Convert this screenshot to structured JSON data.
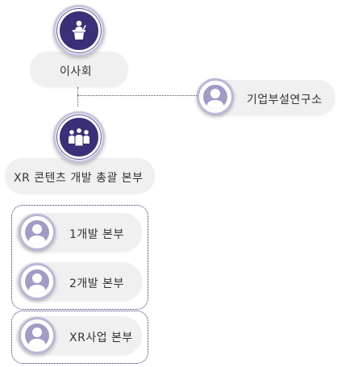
{
  "nodes": {
    "board": {
      "label": "이사회",
      "icon": "podium-icon"
    },
    "lab": {
      "label": "기업부설연구소",
      "icon": "person-icon"
    },
    "hq": {
      "label": "XR 콘텐츠 개발 총괄 본부",
      "icon": "group-icon"
    },
    "dev1": {
      "label": "1개발 본부",
      "icon": "person-icon"
    },
    "dev2": {
      "label": "2개발 본부",
      "icon": "person-icon"
    },
    "xr": {
      "label": "XR사업 본부",
      "icon": "person-icon"
    }
  },
  "colors": {
    "accent_dark": "#3b2f78",
    "accent_light": "#a39bc6",
    "pill_bg": "#f0f0f0",
    "connector": "#2e2a6b"
  }
}
